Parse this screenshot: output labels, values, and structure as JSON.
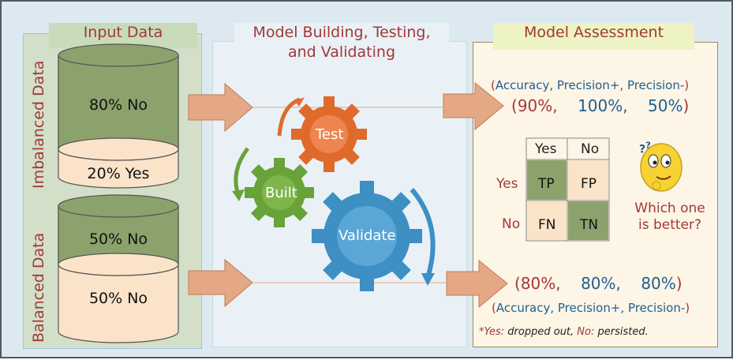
{
  "headers": {
    "input": "Input Data",
    "model_line1": "Model Building, Testing,",
    "model_line2": "and Validating",
    "assessment": "Model Assessment"
  },
  "side_labels": {
    "imbalanced": "Imbalanced Data",
    "balanced": "Balanced Data"
  },
  "cylinders": {
    "imbalanced_top": "80% No",
    "imbalanced_bottom": "20% Yes",
    "balanced_top": "50% No",
    "balanced_bottom": "50% No"
  },
  "gears": {
    "test": "Test",
    "built": "Built",
    "validate": "Validate"
  },
  "metrics_top": {
    "labels": {
      "open": "(",
      "accuracy": "Accuracy,",
      "precision_pos": "Precision+,",
      "precision_neg": "Precision-",
      "close": ")"
    },
    "values": {
      "open": "(",
      "accuracy": "90%,",
      "precision_pos": "100%,",
      "precision_neg": "50%",
      "close": ")"
    }
  },
  "metrics_bottom": {
    "values": {
      "open": "(",
      "accuracy": "80%,",
      "precision_pos": "80%,",
      "precision_neg": "80%",
      "close": ")"
    },
    "labels": {
      "open": "(",
      "accuracy": "Accuracy,",
      "precision_pos": "Precision+,",
      "precision_neg": "Precision-",
      "close": ")"
    }
  },
  "confusion_matrix": {
    "col_yes": "Yes",
    "col_no": "No",
    "row_yes": "Yes",
    "row_no": "No",
    "tp": "TP",
    "fp": "FP",
    "fn": "FN",
    "tn": "TN"
  },
  "question": {
    "line1": "Which one",
    "line2": "is better?"
  },
  "note": {
    "star_yes": "*Yes:",
    "yes_def": " dropped out, ",
    "no": "No:",
    "no_def": " persisted."
  },
  "colors": {
    "header_red": "#a23838",
    "metric_blue": "#1f5f8f",
    "arrow_fill": "#e5a887",
    "gear_orange": "#e06a2c",
    "gear_green": "#6aa23a",
    "gear_blue": "#3d8fc4",
    "cylinder_green": "#8ca26c",
    "cylinder_cream": "#fbe3c9"
  }
}
